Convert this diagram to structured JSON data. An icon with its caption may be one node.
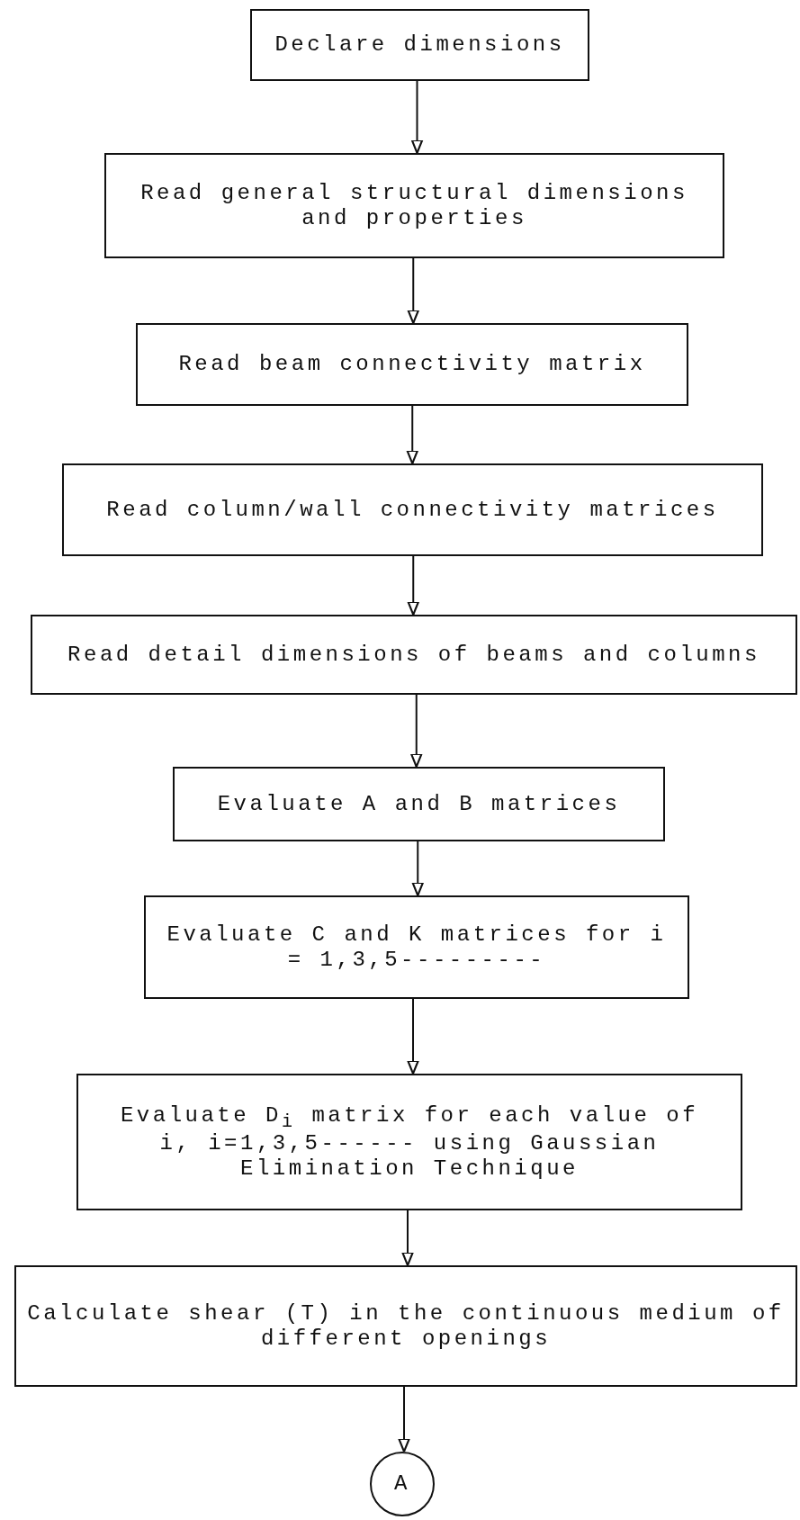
{
  "diagram": {
    "nodes": [
      {
        "text": [
          "Declare dimensions"
        ]
      },
      {
        "text": [
          "Read general structural dimensions and properties"
        ]
      },
      {
        "text": [
          "Read beam connectivity matrix"
        ]
      },
      {
        "text": [
          "Read column/wall connectivity matrices"
        ]
      },
      {
        "text": [
          "Read detail dimensions of beams and columns"
        ]
      },
      {
        "text": [
          "Evaluate A and B matrices"
        ]
      },
      {
        "text": [
          "Evaluate C and K matrices for i = 1,3,5---------"
        ]
      },
      {
        "text": [
          "Evaluate D$_{i}$ matrix for each value of i, i=1,3,5------ using Gaussian Elimination Technique"
        ]
      },
      {
        "text": [
          "Calculate shear (T) in the continuous medium of different openings"
        ]
      },
      {
        "text": [
          "A"
        ]
      }
    ],
    "edges": [
      {
        "from": 0,
        "to": 1,
        "arrow": "to"
      },
      {
        "from": 1,
        "to": 2,
        "arrow": "to"
      },
      {
        "from": 2,
        "to": 3,
        "arrow": "to"
      },
      {
        "from": 3,
        "to": 4,
        "arrow": "to"
      },
      {
        "from": 4,
        "to": 5,
        "arrow": "to"
      },
      {
        "from": 5,
        "to": 6,
        "arrow": "to"
      },
      {
        "from": 6,
        "to": 7,
        "arrow": "to"
      },
      {
        "from": 7,
        "to": 8,
        "arrow": "to"
      },
      {
        "from": 8,
        "to": 9,
        "arrow": "to"
      }
    ]
  }
}
